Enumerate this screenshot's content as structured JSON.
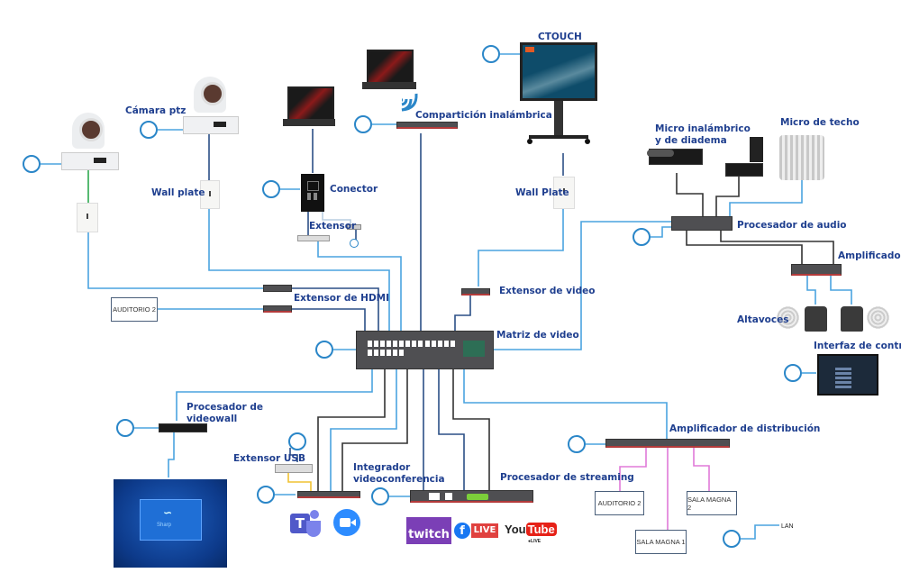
{
  "diagram": {
    "labels": {
      "camara_ptz": "Cámara ptz",
      "wall_plate_left": "Wall plate",
      "conector": "Conector",
      "extensor": "Extensor",
      "comparticion": "Compartición inalámbrica",
      "ctouch": "CTOUCH",
      "wall_plate_right": "Wall Plate",
      "micro_inalambrico": "Micro inalámbrico",
      "micro_diadema": "y de diadema",
      "micro_techo": "Micro de techo",
      "procesador_audio": "Procesador de audio",
      "amplificador": "Amplificador",
      "altavoces": "Altavoces",
      "interfaz_control": "Interfaz de control",
      "extensor_video": "Extensor de video",
      "extensor_hdmi": "Extensor de HDMI",
      "matriz_video": "Matriz de video",
      "proc_videowall_1": "Procesador de",
      "proc_videowall_2": "videowall",
      "extensor_usb": "Extensor USB",
      "integrador_1": "Integrador",
      "integrador_2": "videoconferencia",
      "proc_streaming": "Procesador de streaming",
      "amp_distribucion": "Amplificador de distribución",
      "lan": "LAN"
    },
    "boxes": {
      "auditorio_left": "AUDITORIO 2",
      "auditorio_right": "AUDITORIO 2",
      "sala_magna_1": "SALA MAGNA 1",
      "sala_magna_2": "SALA MAGNA 2"
    },
    "logos": {
      "twitch": "twitch",
      "fb_live": "LIVE",
      "youtube_you": "You",
      "youtube_tube": "Tube",
      "youtube_live": "●LIVE",
      "screen_brand": "Sharp"
    },
    "colors": {
      "label": "#1f3f8f",
      "wire_blue": "#4aa3df",
      "wire_dark": "#1a1a1a",
      "wire_navy": "#2b4f86",
      "wire_pink": "#e07ad8",
      "wire_green": "#2fa84f",
      "wire_yellow": "#f1c232",
      "circle": "#2a86c8"
    }
  }
}
